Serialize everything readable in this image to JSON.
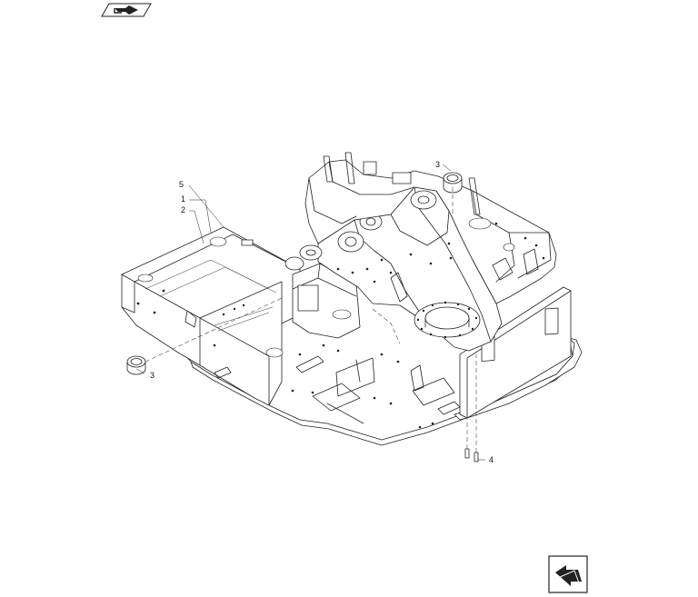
{
  "callouts": [
    {
      "id": "c5",
      "label": "5"
    },
    {
      "id": "c1",
      "label": "1"
    },
    {
      "id": "c2",
      "label": "2"
    },
    {
      "id": "c3a",
      "label": "3"
    },
    {
      "id": "c3b",
      "label": "3"
    },
    {
      "id": "c4",
      "label": "4"
    }
  ],
  "icons": {
    "top_nav": "book-arrow-icon",
    "bottom_nav": "return-arrow-icon"
  },
  "colors": {
    "line": "#222222",
    "background": "#ffffff"
  }
}
